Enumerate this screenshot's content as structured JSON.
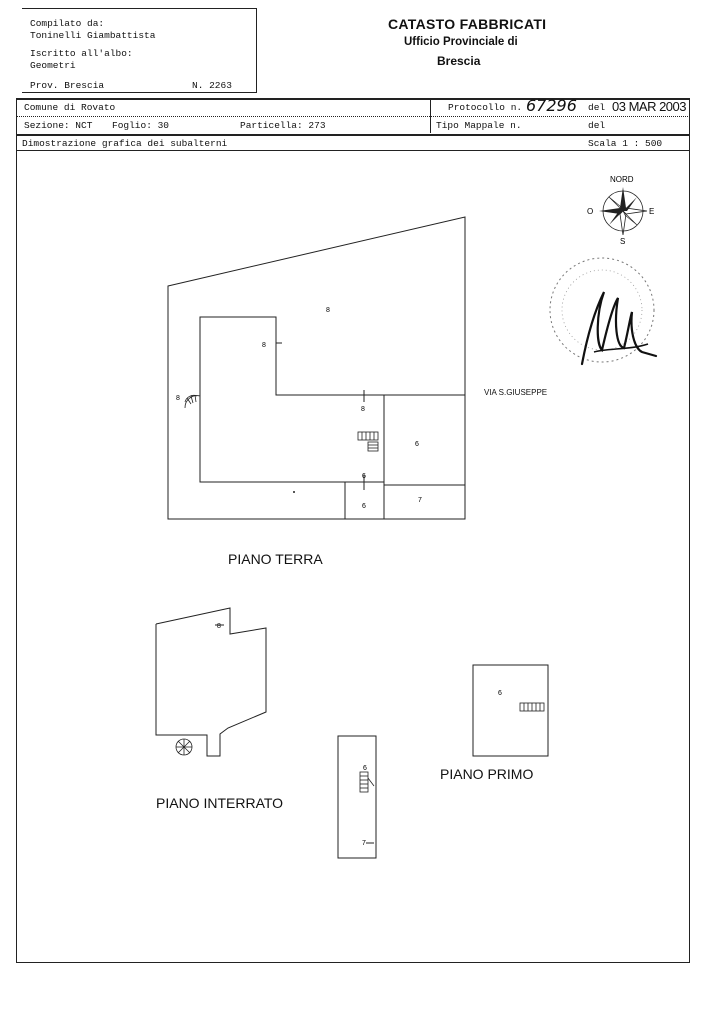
{
  "header": {
    "compiled_by_label": "Compilato da:",
    "compiled_by_name": "Toninelli Giambattista",
    "registered_label": "Iscritto all'albo:",
    "registered_value": "Geometri",
    "province": "Prov. Brescia",
    "number": "N.  2263",
    "office_title": "CATASTO FABBRICATI",
    "office_sub": "Ufficio Provinciale di",
    "office_city": "Brescia"
  },
  "info": {
    "comune": "Comune di Rovato",
    "sezione": "Sezione: NCT",
    "foglio": "Foglio: 30",
    "particella": "Particella: 273",
    "protocollo_label": "Protocollo n.",
    "protocollo_value": "67296",
    "del_label": "del",
    "protocollo_date": "03 MAR 2003",
    "tipo_mappale": "Tipo Mappale n.",
    "del_label_2": "del"
  },
  "section_bar": {
    "title": "Dimostrazione grafica dei subalterni",
    "scale": "Scala 1 : 500"
  },
  "compass": {
    "n": "NORD",
    "e": "E",
    "s": "S",
    "o": "O"
  },
  "street_label": "VIA S.GIUSEPPE",
  "floors": {
    "terra": "PIANO TERRA",
    "interrato": "PIANO INTERRATO",
    "primo": "PIANO PRIMO"
  },
  "subalterni": {
    "t_big": "8",
    "t_tick_left": "8",
    "t_stair": "8",
    "t_mid": "8",
    "t_right": "6",
    "t_low": "6",
    "t_bottom": "6",
    "t_corner": "7",
    "i_top": "8",
    "s_top": "6",
    "s_bottom": "7",
    "p_room": "6"
  },
  "colors": {
    "ink": "#222222",
    "paper": "#ffffff"
  }
}
